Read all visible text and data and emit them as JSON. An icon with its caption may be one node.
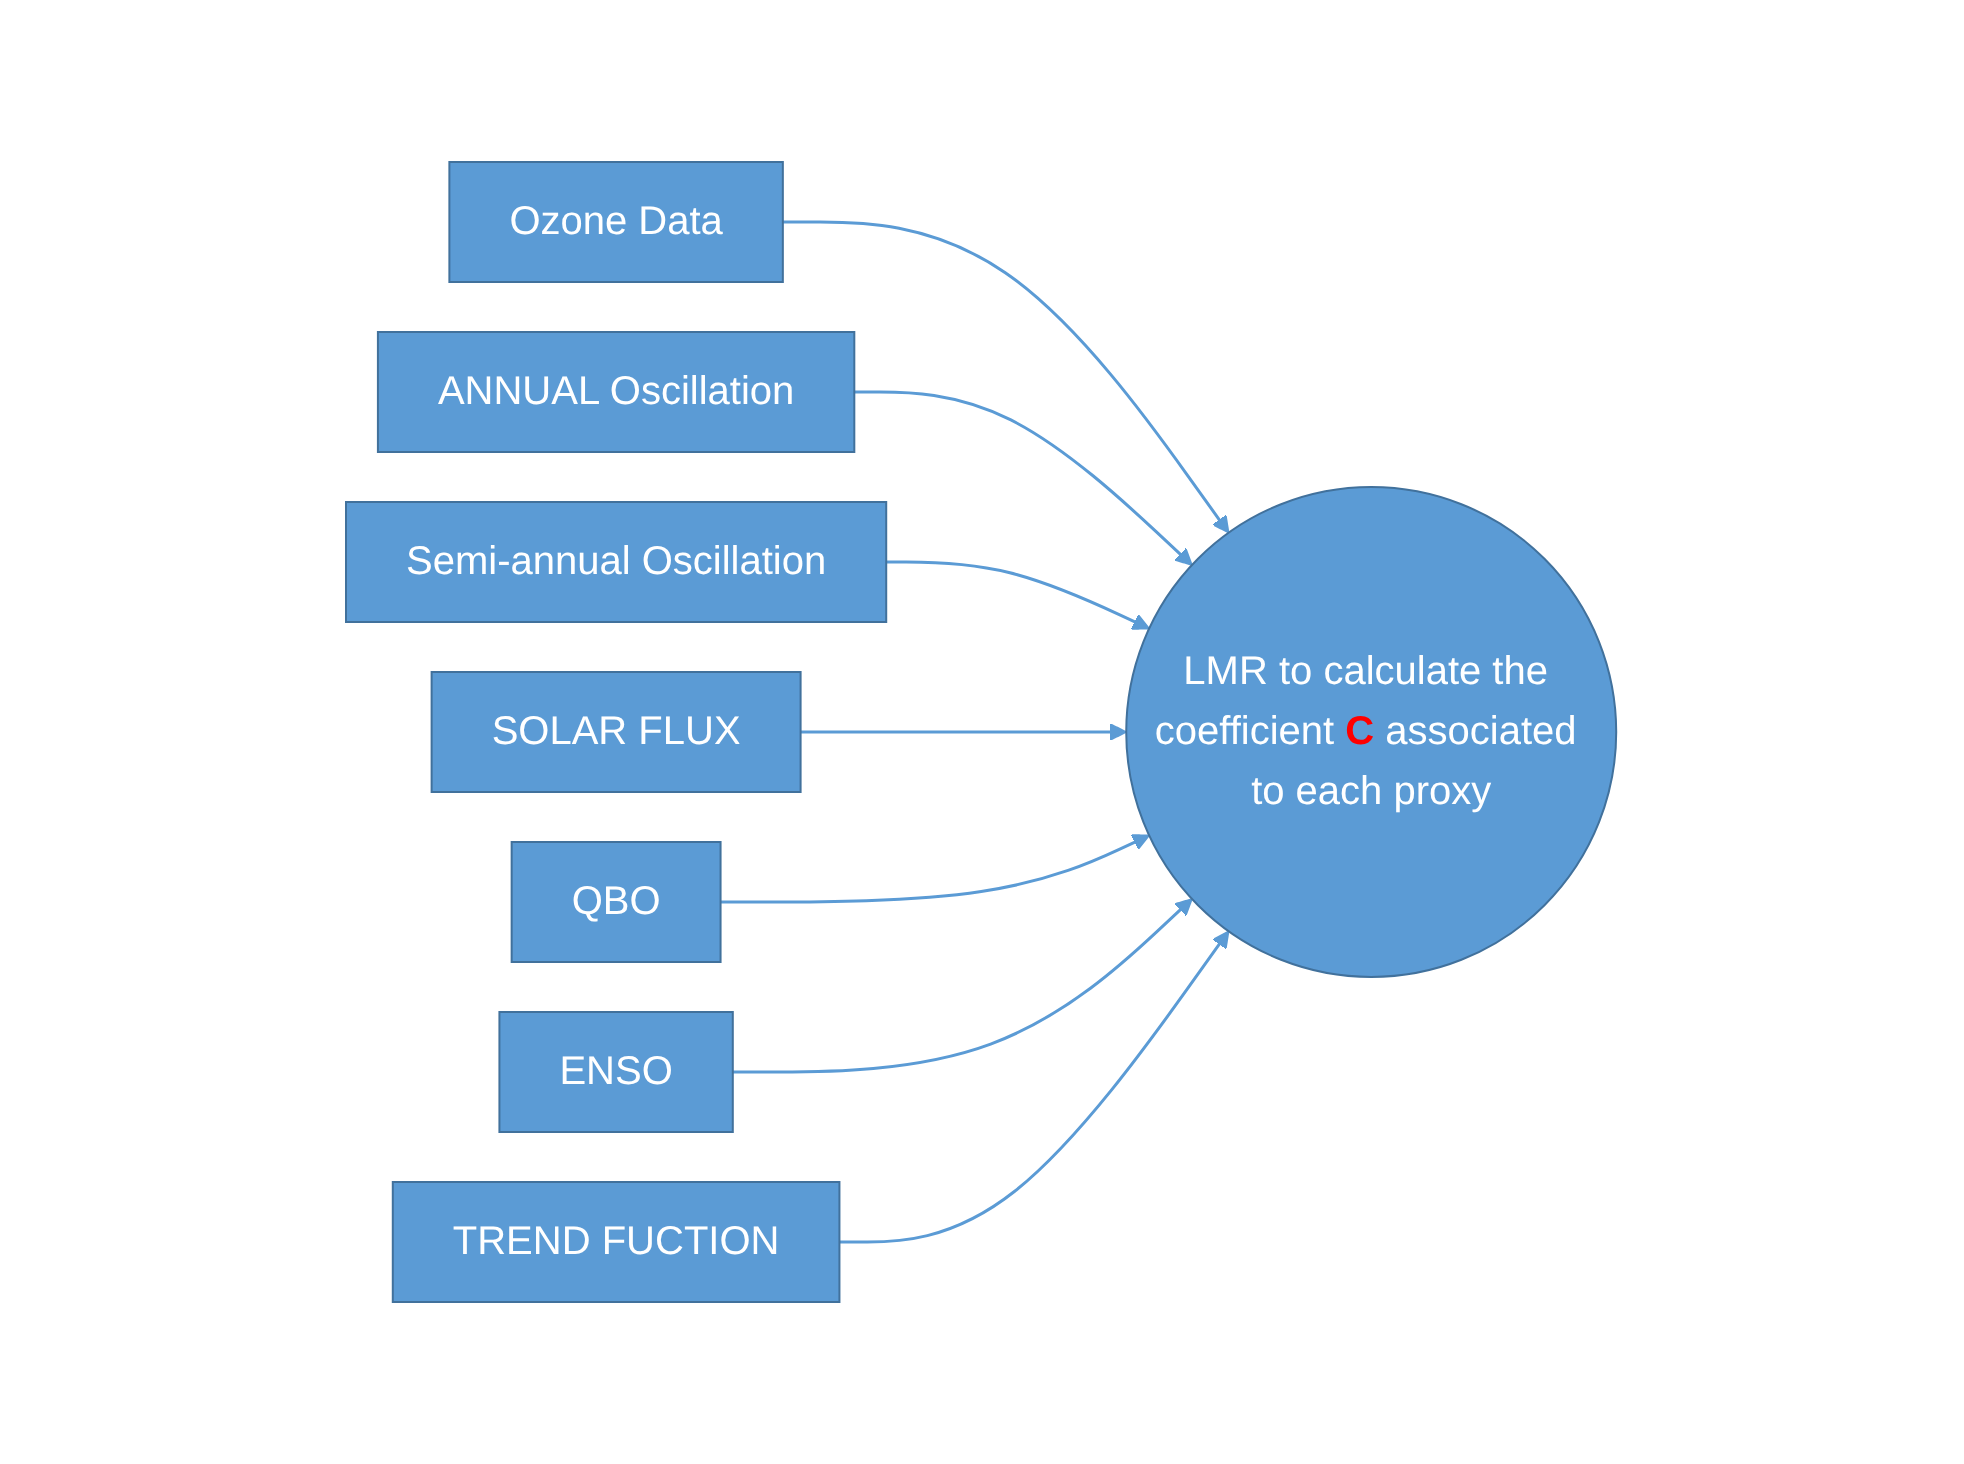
{
  "diagram": {
    "nodes": [
      {
        "text": [
          "Ozone Data"
        ]
      },
      {
        "text": [
          "ANNUAL Oscillation"
        ]
      },
      {
        "text": [
          "Semi-annual Oscillation"
        ]
      },
      {
        "text": [
          "SOLAR FLUX"
        ]
      },
      {
        "text": [
          "QBO"
        ]
      },
      {
        "text": [
          "ENSO"
        ]
      },
      {
        "text": [
          "TREND FUCTION"
        ]
      },
      {
        "text": [
          "LMR to calculate the coefficient **C** associated to each proxy"
        ]
      }
    ],
    "edges": [
      {
        "from": 0,
        "to": 7,
        "arrow": "to"
      },
      {
        "from": 1,
        "to": 7,
        "arrow": "to"
      },
      {
        "from": 2,
        "to": 7,
        "arrow": "to"
      },
      {
        "from": 3,
        "to": 7,
        "arrow": "to"
      },
      {
        "from": 4,
        "to": 7,
        "arrow": "to"
      },
      {
        "from": 5,
        "to": 7,
        "arrow": "to"
      },
      {
        "from": 6,
        "to": 7,
        "arrow": "to"
      }
    ]
  }
}
